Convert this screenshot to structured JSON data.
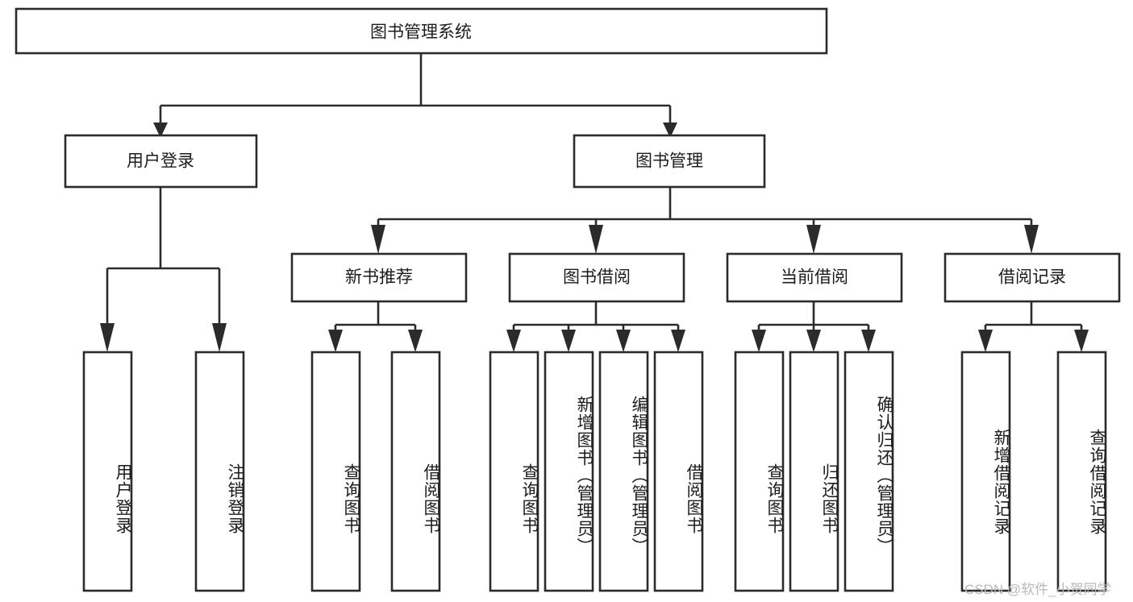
{
  "diagram": {
    "type": "tree-hierarchy-chart",
    "title_text": "图书管理系统",
    "orientation": "top-down",
    "colors": {
      "box_stroke": "#2b2b2b",
      "box_fill": "#ffffff",
      "connector": "#2b2b2b",
      "text": "#1c1c1c",
      "watermark": "#b9b9b9",
      "background": "#ffffff"
    },
    "root": {
      "label": "图书管理系统"
    },
    "level2": [
      {
        "label": "用户登录"
      },
      {
        "label": "图书管理"
      }
    ],
    "level3": [
      {
        "label": "新书推荐"
      },
      {
        "label": "图书借阅"
      },
      {
        "label": "当前借阅"
      },
      {
        "label": "借阅记录"
      }
    ],
    "leaves": {
      "user_login": [
        {
          "label": "用户登录"
        },
        {
          "label": "注销登录"
        }
      ],
      "new_book_recommend": [
        {
          "label": "查询图书"
        },
        {
          "label": "借阅图书"
        }
      ],
      "book_borrow": [
        {
          "label": "查询图书"
        },
        {
          "label": "新增图书（管理员）"
        },
        {
          "label": "编辑图书（管理员）"
        },
        {
          "label": "借阅图书"
        }
      ],
      "current_borrow": [
        {
          "label": "查询图书"
        },
        {
          "label": "归还图书"
        },
        {
          "label": "确认归还（管理员）"
        }
      ],
      "borrow_records": [
        {
          "label": "新增借阅记录"
        },
        {
          "label": "查询借阅记录"
        }
      ]
    },
    "watermark": "CSDN @软件_小贺同学"
  }
}
